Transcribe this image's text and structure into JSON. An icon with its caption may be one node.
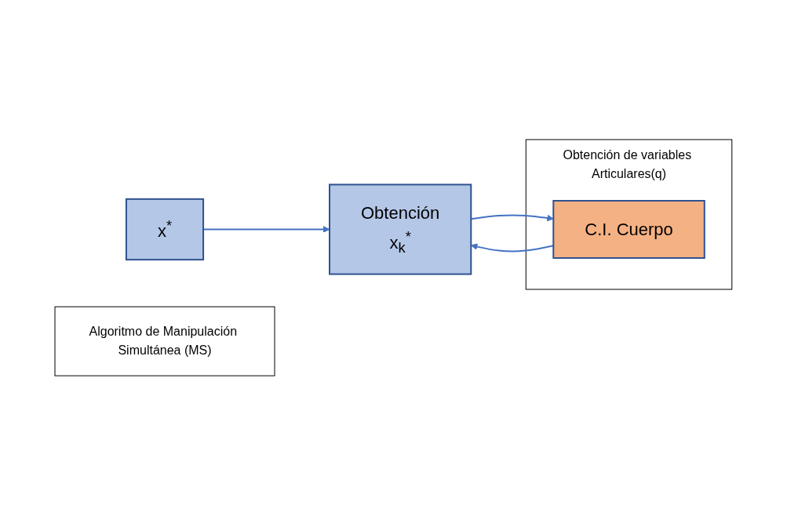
{
  "diagram": {
    "nodes": [
      {
        "text": [
          "x$^{*}$"
        ]
      },
      {
        "text": [
          "Obtención",
          "x$_{k}$$^{*}$"
        ]
      },
      {
        "text": [
          "Obtención de variables Articulares(q)"
        ]
      },
      {
        "text": [
          "C.I. Cuerpo"
        ],
        "in": 2
      },
      {
        "text": [
          "Algoritmo de Manipulación Simultánea (MS)"
        ]
      }
    ],
    "edges": [
      {
        "from": 0,
        "to": 1,
        "arrow": "to"
      },
      {
        "from": 1,
        "to": 3,
        "arrow": "to"
      },
      {
        "from": 3,
        "to": 1,
        "arrow": "to"
      }
    ]
  }
}
